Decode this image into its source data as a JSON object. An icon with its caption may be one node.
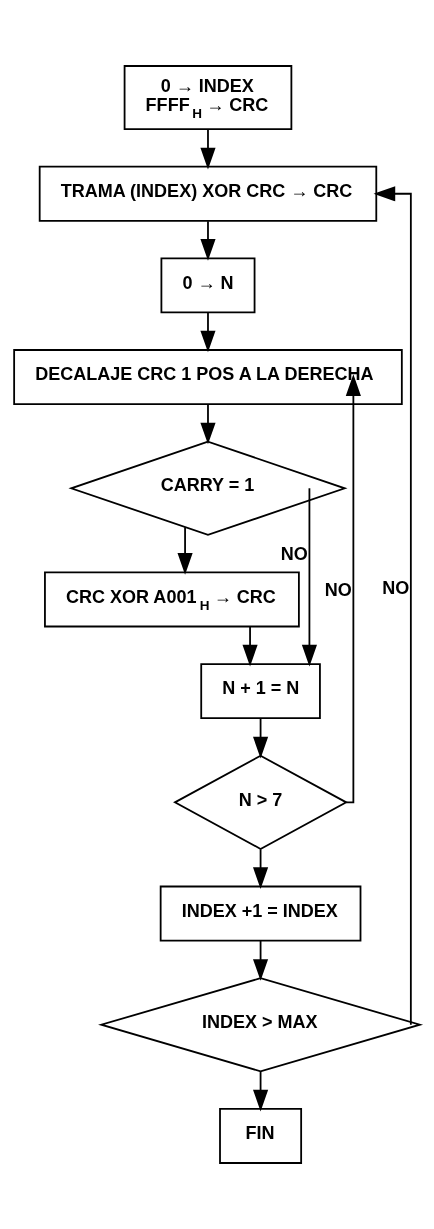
{
  "diagram": {
    "nodes": [
      {
        "text": [
          "0 → INDEX",
          "FFFF$_{H}$ → CRC"
        ]
      },
      {
        "text": [
          "TRAMA (INDEX) XOR CRC → CRC"
        ]
      },
      {
        "text": [
          "0 → N"
        ]
      },
      {
        "text": [
          "DECALAJE CRC 1 POS A LA DERECHA"
        ]
      },
      {
        "text": [
          "CARRY = 1"
        ]
      },
      {
        "text": [
          "CRC XOR A001$_{H}$ → CRC"
        ]
      },
      {
        "text": [
          "N + 1 = N"
        ]
      },
      {
        "text": [
          "N > 7"
        ]
      },
      {
        "text": [
          "INDEX +1 = INDEX"
        ]
      },
      {
        "text": [
          "INDEX > MAX"
        ]
      },
      {
        "text": [
          "FIN"
        ]
      }
    ],
    "edges": [
      {
        "from": 0,
        "to": 1,
        "arrow": "to"
      },
      {
        "from": 1,
        "to": 2,
        "arrow": "to"
      },
      {
        "from": 2,
        "to": 3,
        "arrow": "to"
      },
      {
        "from": 3,
        "to": 4,
        "arrow": "to"
      },
      {
        "from": 4,
        "to": 5,
        "arrow": "to"
      },
      {
        "from": 4,
        "to": 6,
        "arrow": "to",
        "label": "NO"
      },
      {
        "from": 5,
        "to": 6,
        "arrow": "to"
      },
      {
        "from": 6,
        "to": 7,
        "arrow": "to"
      },
      {
        "from": 7,
        "to": 3,
        "arrow": "to",
        "label": "NO"
      },
      {
        "from": 7,
        "to": 8,
        "arrow": "to"
      },
      {
        "from": 8,
        "to": 9,
        "arrow": "to"
      },
      {
        "from": 9,
        "to": 1,
        "arrow": "to",
        "label": "NO"
      },
      {
        "from": 9,
        "to": 10,
        "arrow": "to"
      }
    ]
  }
}
